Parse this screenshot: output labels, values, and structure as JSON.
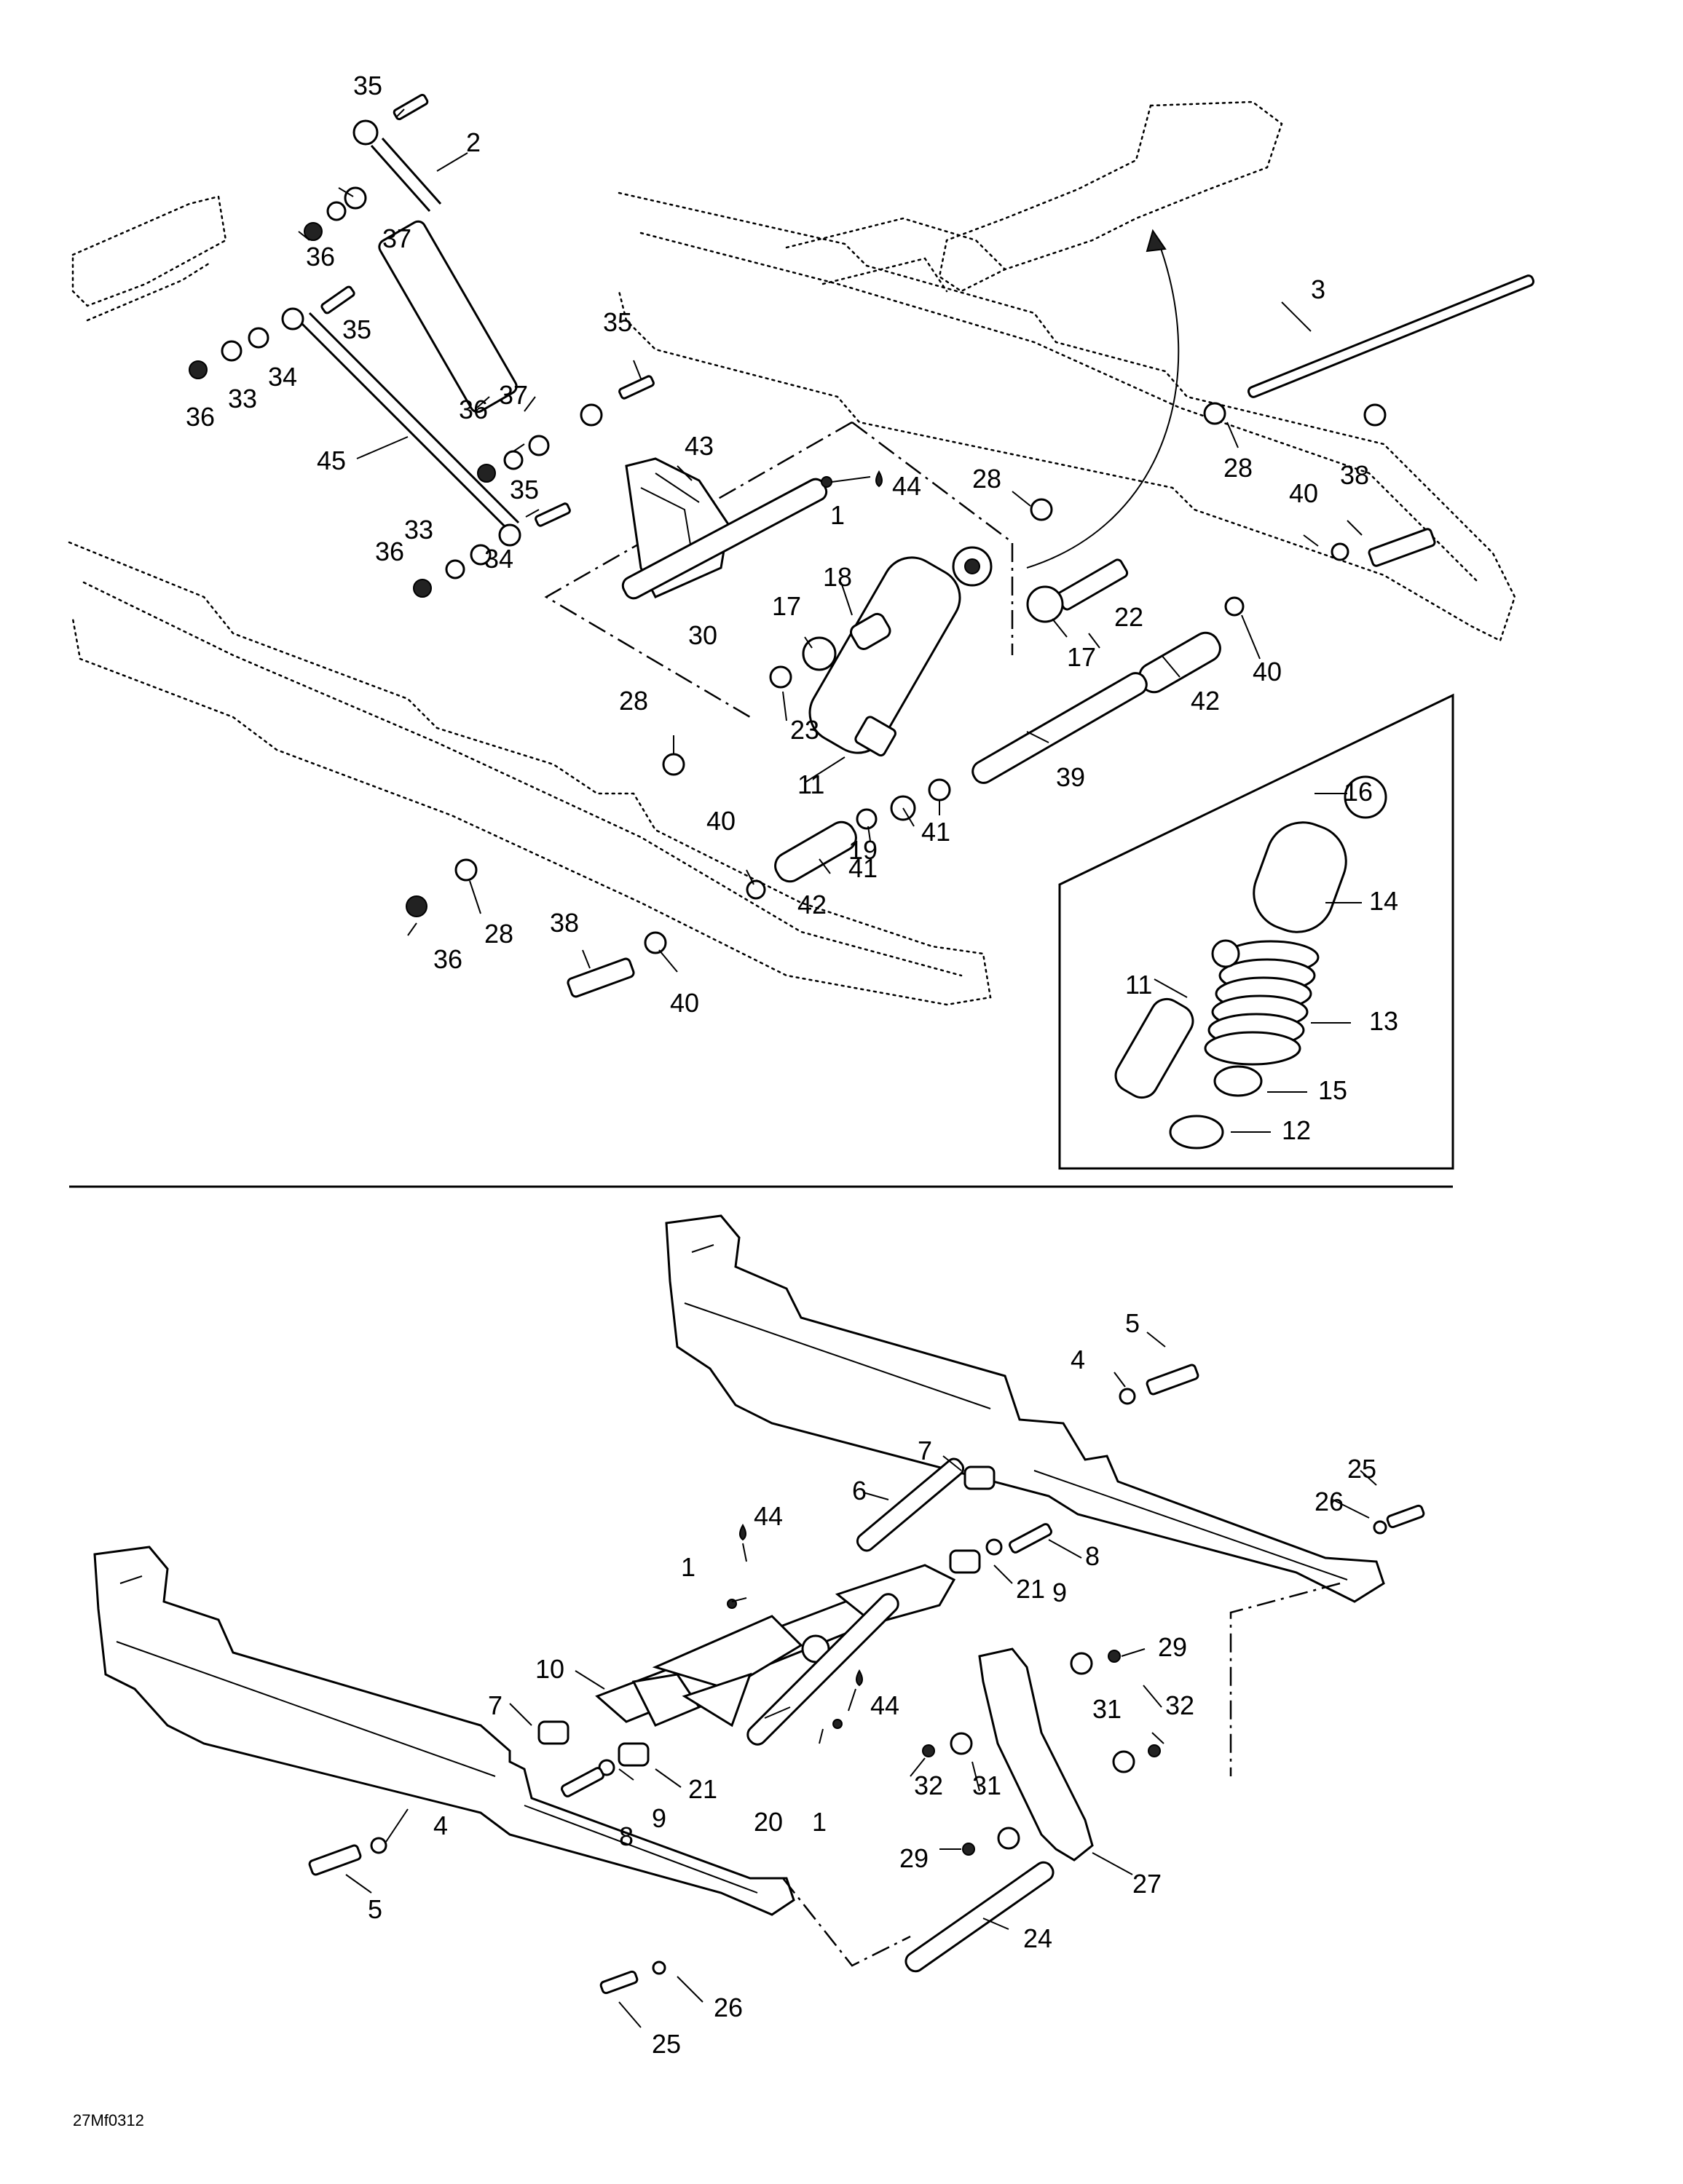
{
  "figure_code": "27Mf0312",
  "lubricant_symbol": "drop-icon",
  "labels": {
    "p1": "1",
    "p2": "2",
    "p3": "3",
    "p4": "4",
    "p5": "5",
    "p6": "6",
    "p7": "7",
    "p8": "8",
    "p9": "9",
    "p10": "10",
    "p11": "11",
    "p12": "12",
    "p13": "13",
    "p14": "14",
    "p15": "15",
    "p16": "16",
    "p17": "17",
    "p18": "18",
    "p19": "19",
    "p20": "20",
    "p21": "21",
    "p22": "22",
    "p23": "23",
    "p24": "24",
    "p25": "25",
    "p26": "26",
    "p27": "27",
    "p28": "28",
    "p29": "29",
    "p30": "30",
    "p31": "31",
    "p32": "32",
    "p33": "33",
    "p34": "34",
    "p35": "35",
    "p36": "36",
    "p37": "37",
    "p38": "38",
    "p39": "39",
    "p40": "40",
    "p41": "41",
    "p42": "42",
    "p43": "43",
    "p44": "44",
    "p45": "45"
  }
}
